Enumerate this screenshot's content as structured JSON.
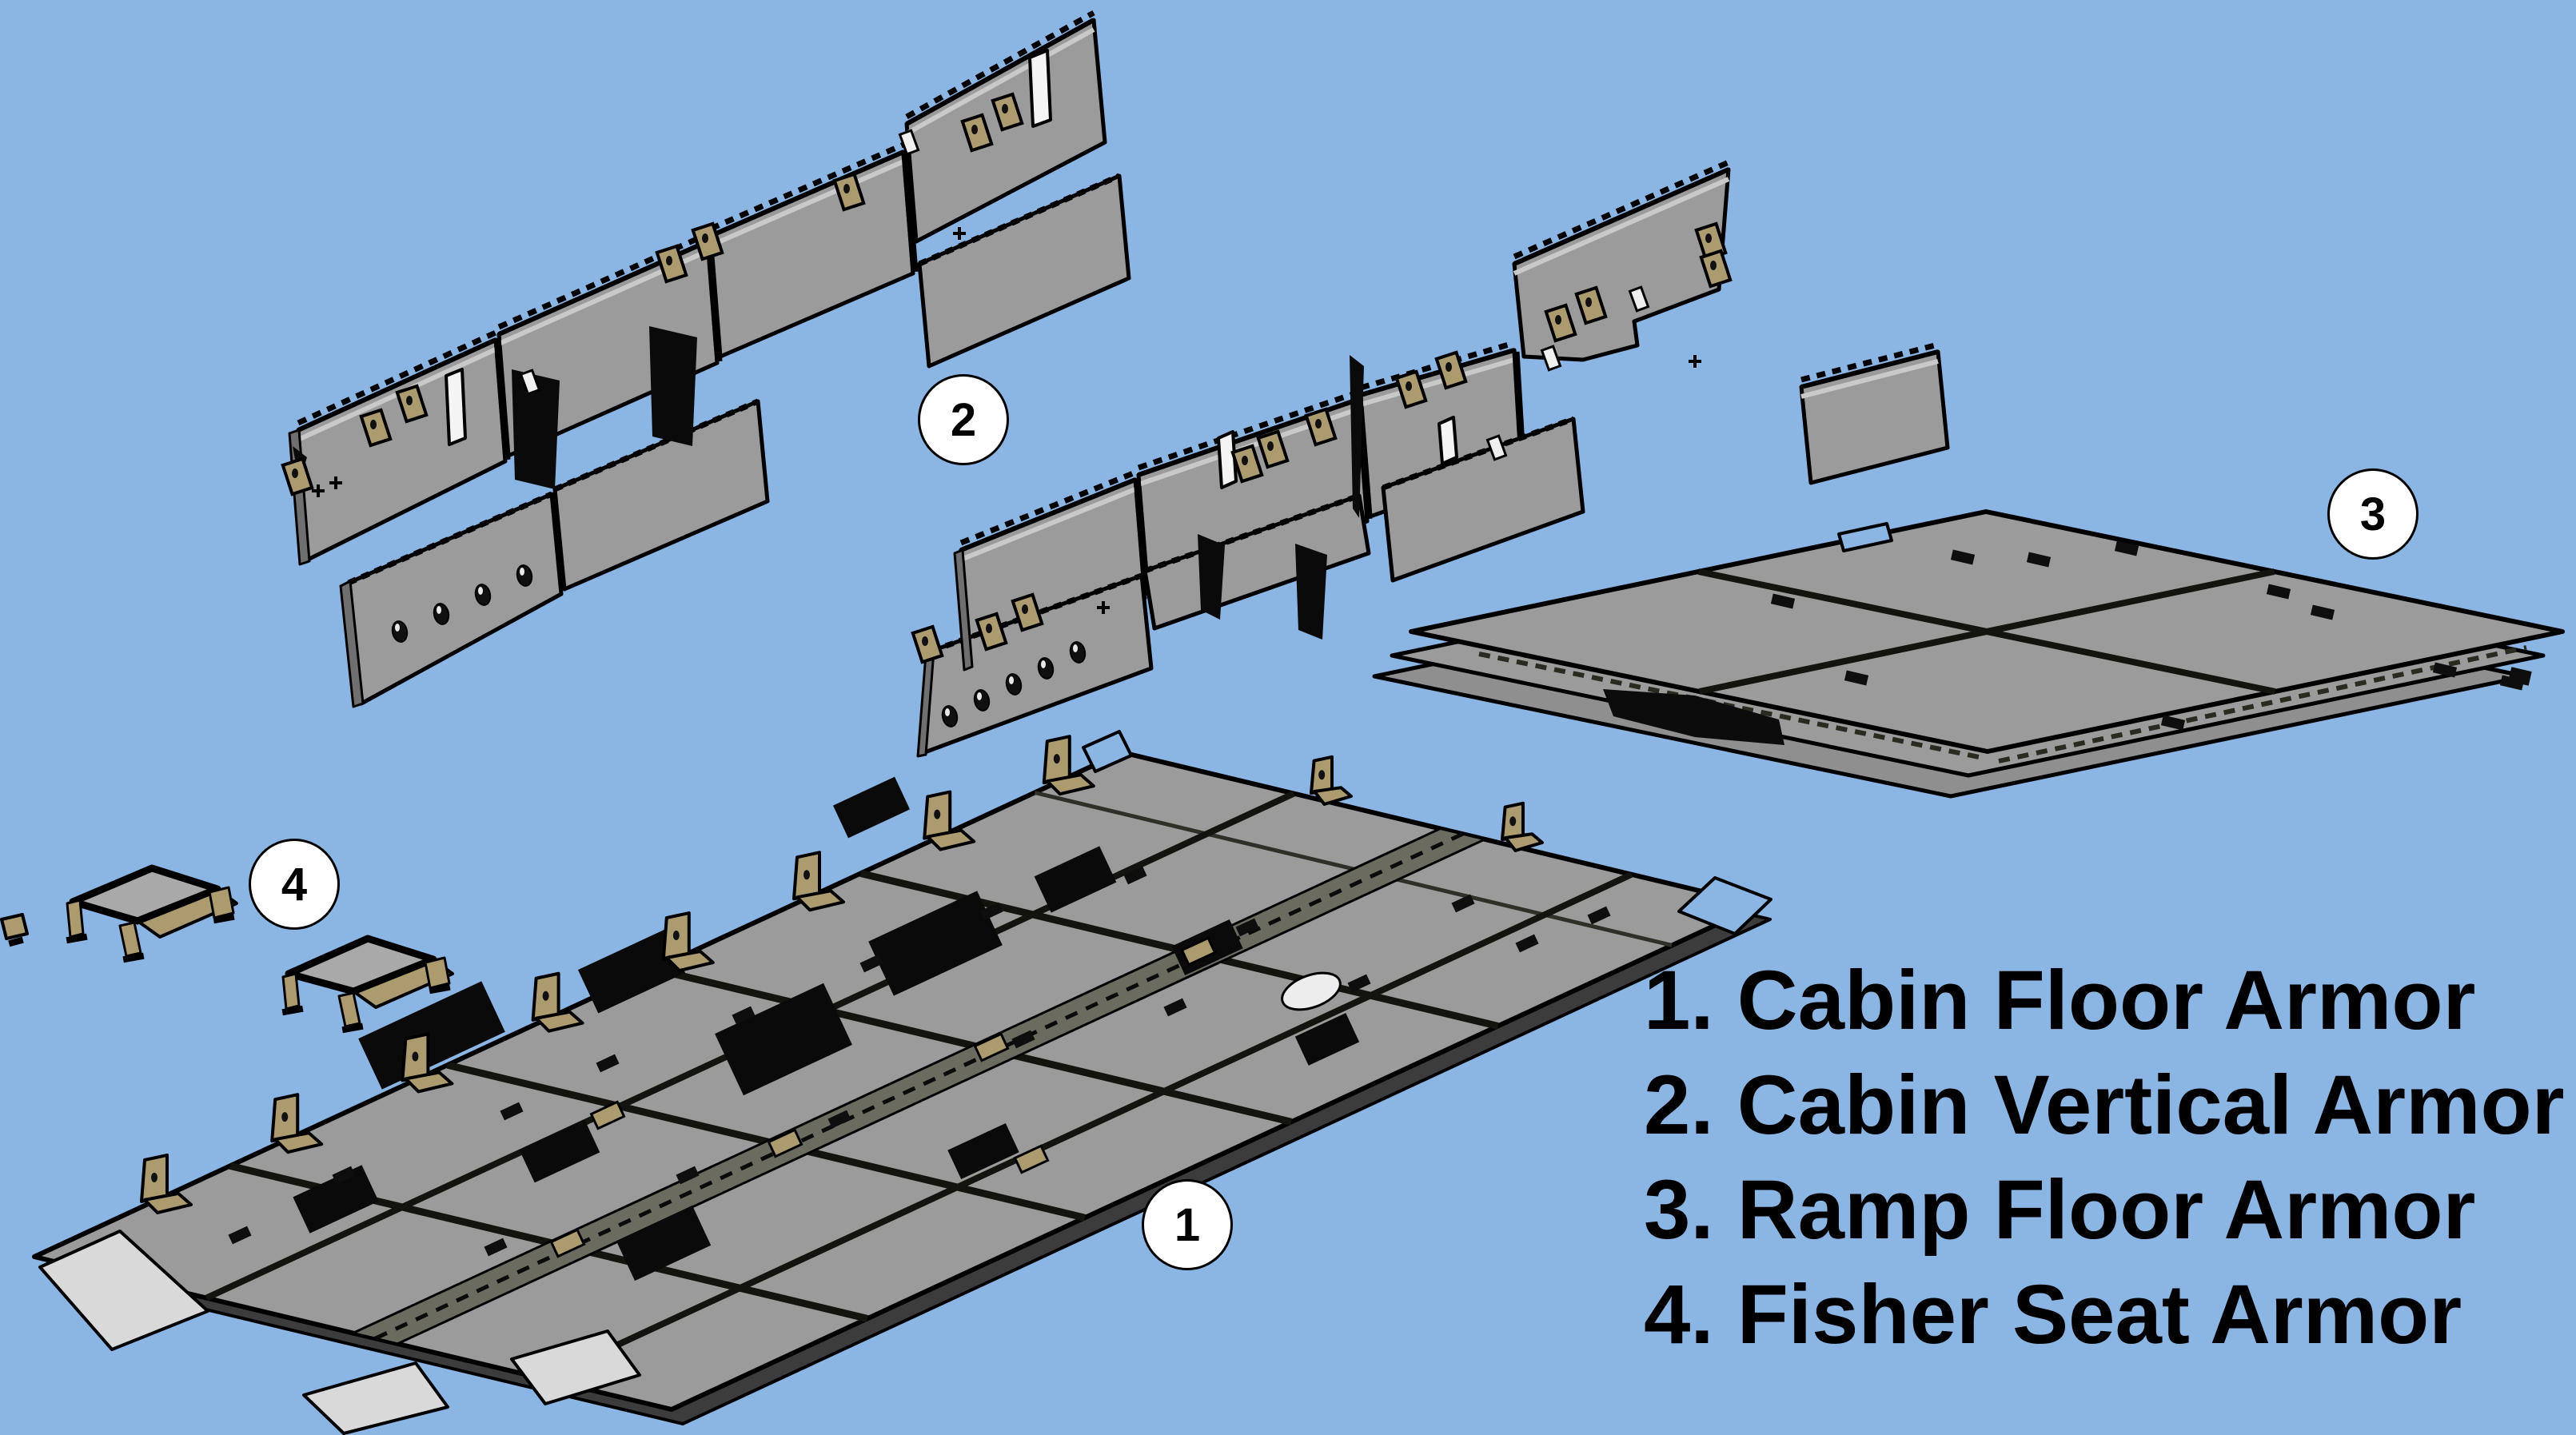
{
  "legend": {
    "items": [
      "1. Cabin Floor Armor",
      "2. Cabin Vertical Armor",
      "3. Ramp Floor Armor",
      "4. Fisher Seat Armor"
    ]
  },
  "callouts": {
    "c1": "1",
    "c2": "2",
    "c3": "3",
    "c4": "4"
  },
  "colors": {
    "background": "#8bb5e2",
    "panel": "#9b9b9b",
    "panel_dark": "#6f6f6f",
    "panel_light": "#c9c9c9",
    "trim_light": "#d9d9d9",
    "fitting": "#ab9b6e",
    "seam": "#14140e",
    "outline": "#000000",
    "text": "#000000",
    "callout_fill": "#ffffff"
  }
}
